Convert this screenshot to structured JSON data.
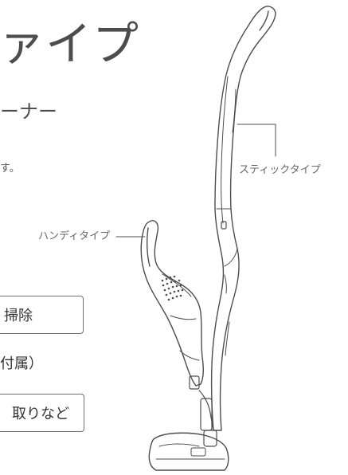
{
  "heading": {
    "title": "ァイプ",
    "subtitle": "ーナー",
    "sentence_tail": "す。"
  },
  "callouts": {
    "stick": "スティックタイプ",
    "handy": "ハンディタイプ"
  },
  "features": {
    "cleaning_box": "掃除",
    "accessory_text": "付属）",
    "removal_box": "取りなど"
  },
  "colors": {
    "outline": "#4d4d4d",
    "text": "#4d4d4d"
  }
}
